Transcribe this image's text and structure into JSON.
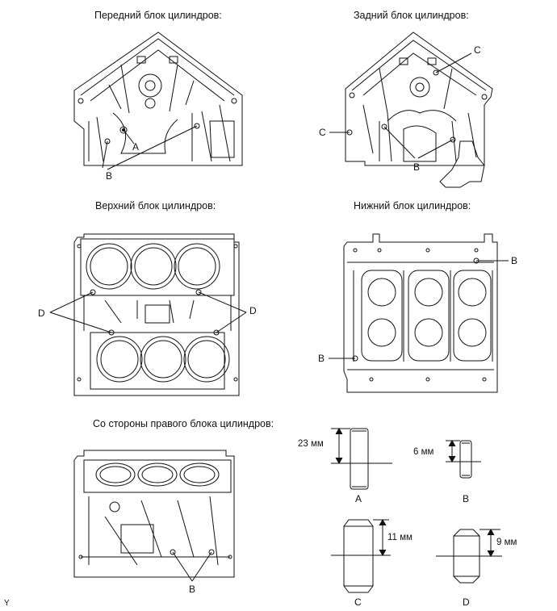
{
  "captions": {
    "front": "Передний блок цилиндров:",
    "rear": "Задний блок цилиндров:",
    "top": "Верхний блок цилиндров:",
    "bottom": "Нижний блок цилиндров:",
    "right_side": "Со стороны правого блока цилиндров:"
  },
  "callouts": {
    "front_a": "A",
    "front_b": "B",
    "rear_c_top": "C",
    "rear_c_left": "C",
    "rear_b": "B",
    "top_d_left": "D",
    "top_d_right": "D",
    "bottom_b_right": "B",
    "bottom_b_left": "B",
    "side_b": "B"
  },
  "pins": [
    {
      "letter": "A",
      "dimension": "23 мм"
    },
    {
      "letter": "B",
      "dimension": "6 мм"
    },
    {
      "letter": "C",
      "dimension": "11 мм"
    },
    {
      "letter": "D",
      "dimension": "9 мм"
    }
  ],
  "footer": "Y"
}
